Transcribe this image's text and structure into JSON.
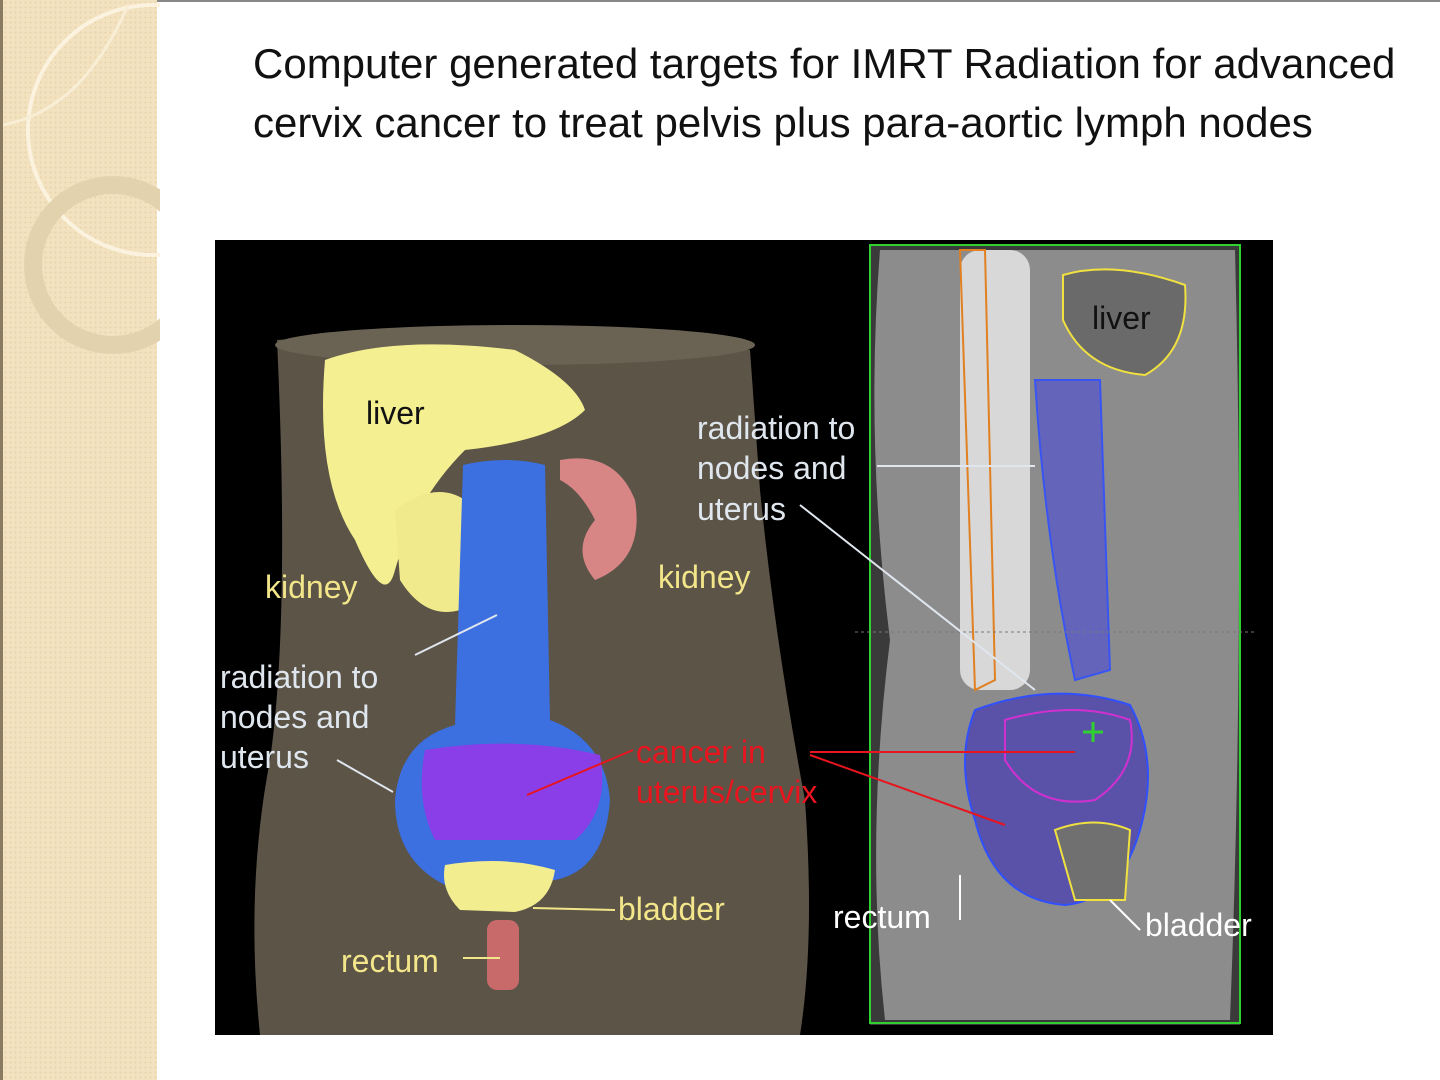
{
  "slide": {
    "title": "Computer generated targets for IMRT Radiation for advanced cervix cancer to treat pelvis plus para-aortic lymph nodes"
  },
  "figure": {
    "left_panel": {
      "liver": "liver",
      "kidney_left": "kidney",
      "kidney_right": "kidney",
      "radiation_lines": [
        "radiation to",
        "nodes and",
        "uterus"
      ],
      "cancer_lines": [
        "cancer in",
        "uterus/cervix"
      ],
      "bladder": "bladder",
      "rectum": "rectum"
    },
    "right_panel": {
      "liver": "liver",
      "radiation_lines": [
        "radiation to",
        "nodes and",
        "uterus"
      ],
      "rectum": "rectum",
      "bladder": "bladder"
    }
  },
  "colors": {
    "label_yellow": "#f2e58a",
    "label_white": "#dfe6ee",
    "label_red": "#e8141e",
    "contour_green": "#2fd02f"
  }
}
